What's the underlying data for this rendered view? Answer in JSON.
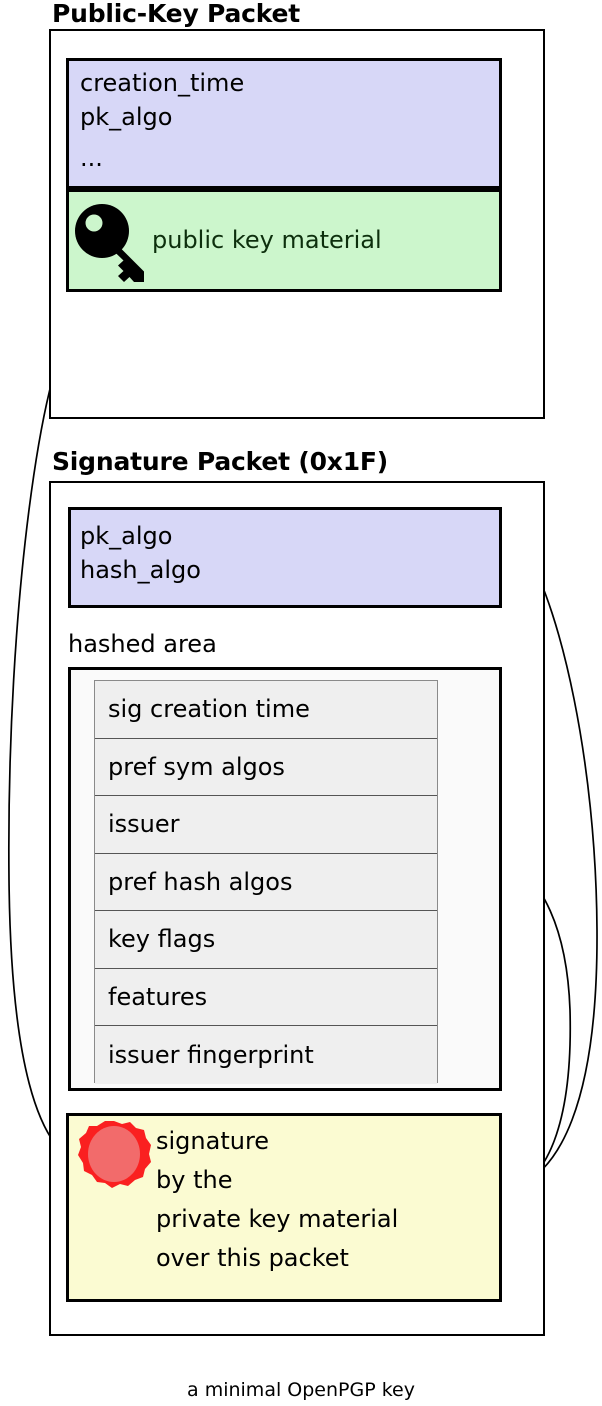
{
  "diagram": {
    "caption": "a minimal OpenPGP key",
    "colors": {
      "lavender": "#d7d7f7",
      "green": "#ccf6cc",
      "yellow": "#fbfbd2",
      "subpacket_gray": "#efefef",
      "hashed_area_gray": "#fafafa",
      "seal_outer_red": "#fa2020",
      "seal_inner_red": "#f26b6b",
      "key_black": "#000000",
      "outline": "#000000"
    },
    "packets": [
      {
        "title": "Public-Key Packet",
        "fields": [
          {
            "name": "header-fields",
            "color": "lavender",
            "lines": [
              "creation_time",
              "pk_algo",
              "..."
            ]
          },
          {
            "name": "public-key-material",
            "color": "green",
            "icon": "key-icon",
            "lines": [
              "public key material"
            ]
          }
        ]
      },
      {
        "title": "Signature Packet (0x1F)",
        "fields": [
          {
            "name": "algo-fields",
            "color": "lavender",
            "lines": [
              "pk_algo",
              "hash_algo"
            ]
          }
        ],
        "hashed_area": {
          "label": "hashed area",
          "subpackets": [
            "sig creation time",
            "pref sym algos",
            "issuer",
            "pref hash algos",
            "key flags",
            "features",
            "issuer fingerprint"
          ]
        },
        "signature_field": {
          "name": "signature",
          "color": "yellow",
          "icon": "wax-seal-icon",
          "lines": [
            "signature",
            "by the",
            "private key material",
            "over this packet"
          ]
        }
      }
    ],
    "arrows": [
      {
        "name": "public-key-to-signature-arrow",
        "from": "public-key-packet",
        "to": "signature-field"
      },
      {
        "name": "signature-to-algo-fields-arrow",
        "from": "signature-field",
        "to": "algo-fields"
      },
      {
        "name": "signature-to-hashed-area-arrow",
        "from": "signature-field",
        "to": "hashed-area"
      }
    ]
  }
}
